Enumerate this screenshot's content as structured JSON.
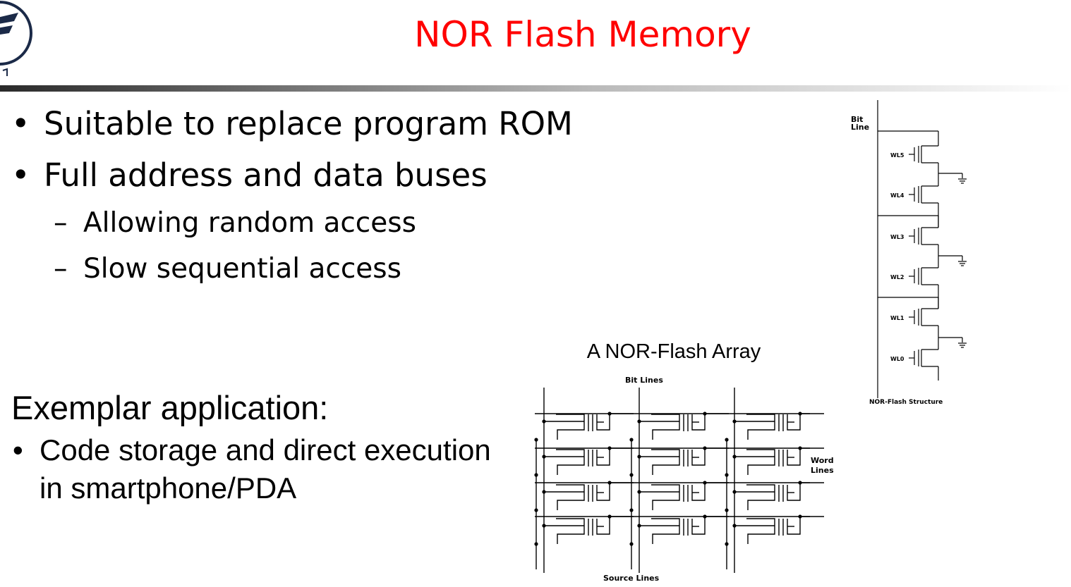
{
  "slide": {
    "title": "NOR Flash Memory",
    "bullets": [
      "Suitable to replace program ROM",
      "Full address and data buses"
    ],
    "sub_bullets": [
      "Allowing random access",
      "Slow sequential access"
    ],
    "exemplar": {
      "heading": "Exemplar application:",
      "item": "Code storage and direct execution in smartphone/PDA"
    }
  },
  "array_figure": {
    "caption": "A NOR-Flash Array",
    "bit_lines_label": "Bit  Lines",
    "word_lines_label_1": "Word",
    "word_lines_label_2": "Lines",
    "source_lines_label": "Source  Lines"
  },
  "structure_figure": {
    "bit_line_label_1": "Bit",
    "bit_line_label_2": "Line",
    "cells": [
      "WL5",
      "WL4",
      "WL3",
      "WL2",
      "WL1",
      "WL0"
    ],
    "caption": "NOR-Flash Structure"
  },
  "colors": {
    "title": "#ff0000",
    "text": "#000000"
  }
}
